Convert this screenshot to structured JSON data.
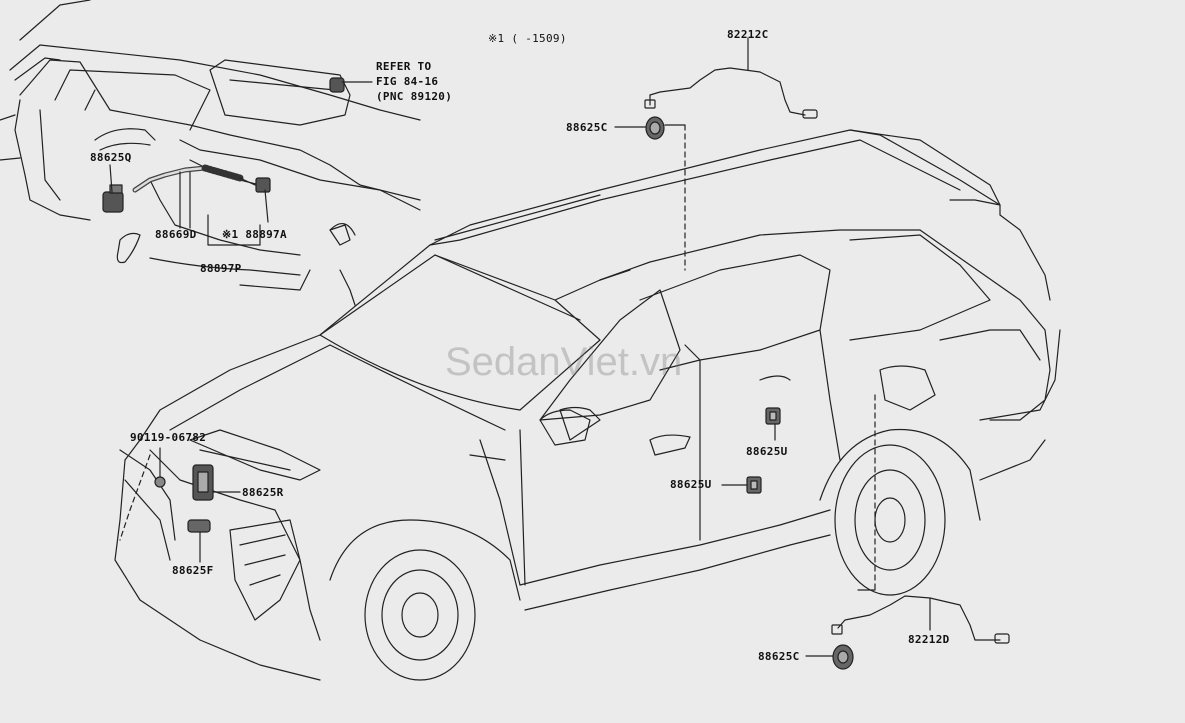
{
  "header": {
    "note": "※1 (     -1509)",
    "refer_line1": "REFER TO",
    "refer_line2": "FIG 84-16",
    "refer_line3": "(PNC 89120)"
  },
  "watermark": "SedanViet.vn",
  "parts": {
    "p82212c": "82212C",
    "p88625c_top": "88625C",
    "p88625q": "88625Q",
    "p88669d": "88669D",
    "p88897a": "※1 88897A",
    "p88897p": "88897P",
    "p90119": "90119-06782",
    "p88625r": "88625R",
    "p88625f": "88625F",
    "p88625u_upper": "88625U",
    "p88625u_lower": "88625U",
    "p82212d": "82212D",
    "p88625c_bottom": "88625C"
  }
}
